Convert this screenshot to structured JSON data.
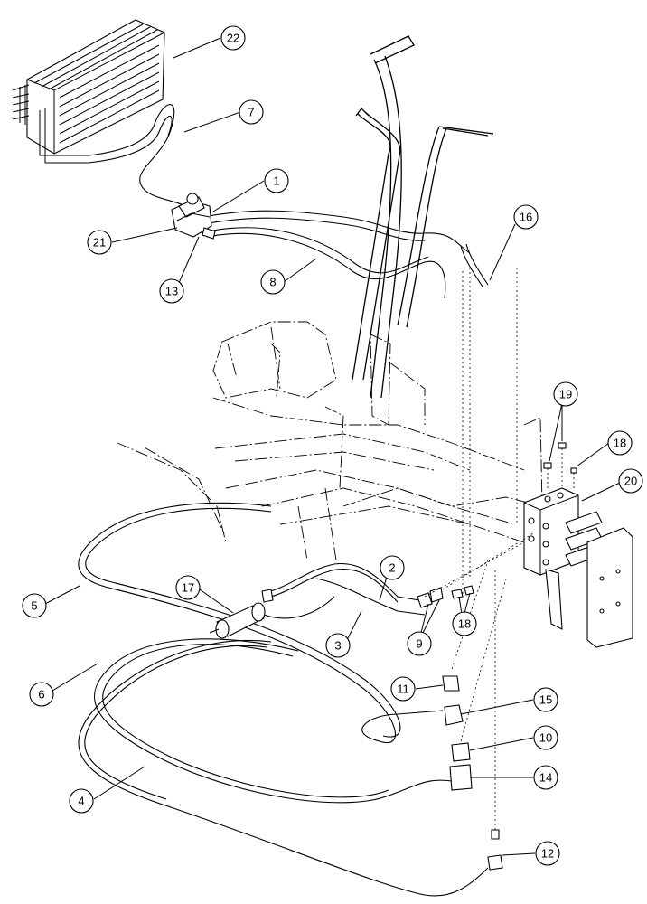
{
  "callouts": [
    {
      "id": "22",
      "label": "22"
    },
    {
      "id": "7",
      "label": "7"
    },
    {
      "id": "1",
      "label": "1"
    },
    {
      "id": "21",
      "label": "21"
    },
    {
      "id": "13",
      "label": "13"
    },
    {
      "id": "8",
      "label": "8"
    },
    {
      "id": "16",
      "label": "16"
    },
    {
      "id": "19",
      "label": "19"
    },
    {
      "id": "18a",
      "label": "18"
    },
    {
      "id": "20",
      "label": "20"
    },
    {
      "id": "2",
      "label": "2"
    },
    {
      "id": "17",
      "label": "17"
    },
    {
      "id": "3",
      "label": "3"
    },
    {
      "id": "9",
      "label": "9"
    },
    {
      "id": "18b",
      "label": "18"
    },
    {
      "id": "5",
      "label": "5"
    },
    {
      "id": "6",
      "label": "6"
    },
    {
      "id": "11",
      "label": "11"
    },
    {
      "id": "15",
      "label": "15"
    },
    {
      "id": "10",
      "label": "10"
    },
    {
      "id": "14",
      "label": "14"
    },
    {
      "id": "4",
      "label": "4"
    },
    {
      "id": "12",
      "label": "12"
    }
  ]
}
